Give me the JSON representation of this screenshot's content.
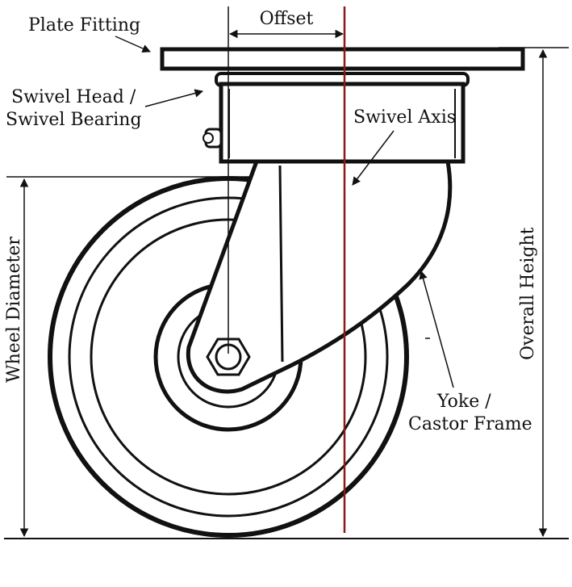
{
  "labels": {
    "plate_fitting": "Plate Fitting",
    "offset": "Offset",
    "swivel_head_line1": "Swivel Head /",
    "swivel_head_line2": "Swivel Bearing",
    "swivel_axis": "Swivel Axis",
    "wheel_diameter": "Wheel Diameter",
    "overall_height": "Overall Height",
    "yoke_line1": "Yoke /",
    "yoke_line2": "Castor Frame"
  },
  "colors": {
    "line": "#111111",
    "swivel_axis": "#8b1a1a",
    "background": "#ffffff"
  }
}
